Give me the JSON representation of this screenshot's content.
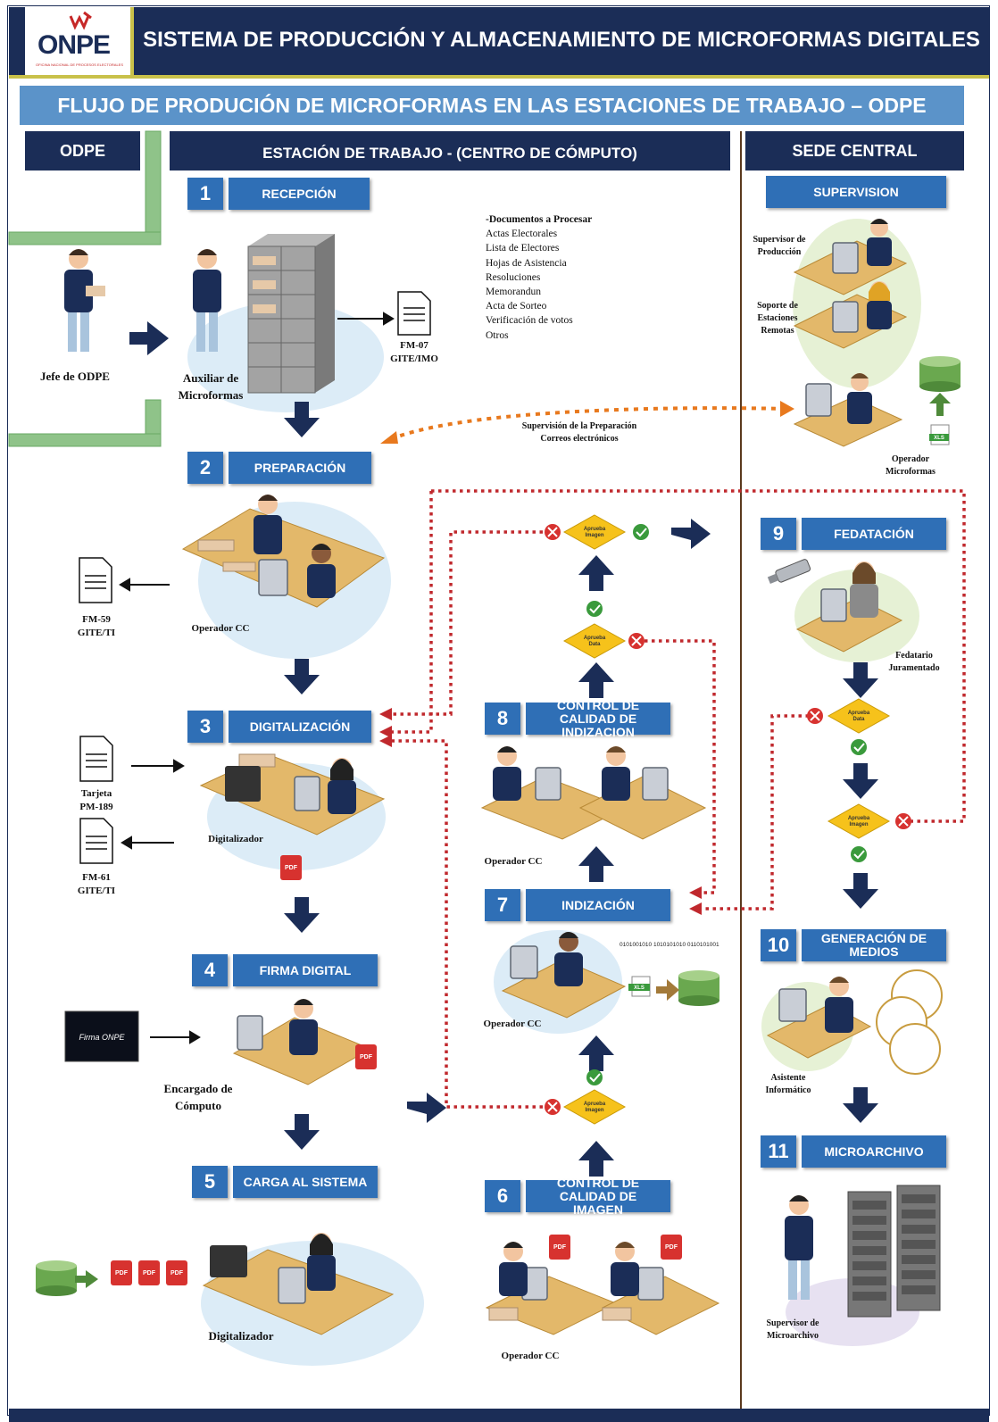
{
  "header": {
    "logo_text": "ONPE",
    "logo_subtitle": "OFICINA NACIONAL DE PROCESOS ELECTORALES",
    "title": "SISTEMA DE PRODUCCIÓN Y ALMACENAMIENTO DE MICROFORMAS DIGITALES"
  },
  "subtitle": "FLUJO DE PRODUCIÓN DE MICROFORMAS EN LAS ESTACIONES DE TRABAJO – ODPE",
  "sections": {
    "odpe": "ODPE",
    "estacion": "ESTACIÓN DE TRABAJO  - (CENTRO DE CÓMPUTO)",
    "sede": "SEDE CENTRAL"
  },
  "steps": [
    {
      "num": "1",
      "label": "RECEPCIÓN"
    },
    {
      "num": "2",
      "label": "PREPARACIÓN"
    },
    {
      "num": "3",
      "label": "DIGITALIZACIÓN"
    },
    {
      "num": "4",
      "label": "FIRMA DIGITAL"
    },
    {
      "num": "5",
      "label": "CARGA AL SISTEMA"
    },
    {
      "num": "6",
      "label": "CONTROL DE CALIDAD DE IMAGEN"
    },
    {
      "num": "7",
      "label": "INDIZACIÓN"
    },
    {
      "num": "8",
      "label": "CONTROL DE CALIDAD DE INDIZACION"
    },
    {
      "num": "9",
      "label": "FEDATACIÓN"
    },
    {
      "num": "10",
      "label": "GENERACIÓN DE MEDIOS"
    },
    {
      "num": "11",
      "label": "MICROARCHIVO"
    }
  ],
  "supervision_label": "SUPERVISION",
  "roles": {
    "jefe_odpe": "Jefe de ODPE",
    "auxiliar": "Auxiliar de Microformas",
    "operador_cc": "Operador CC",
    "digitalizador": "Digitalizador",
    "encargado": "Encargado de Cómputo",
    "supervisor_produccion": "Supervisor de Producción",
    "soporte": "Soporte de Estaciones Remotas",
    "operador_microformas": "Operador Microformas",
    "fedatario": "Fedatario Juramentado",
    "asistente": "Asistente Informático",
    "supervisor_micro": "Supervisor de Microarchivo"
  },
  "forms": {
    "fm07": "FM-07 GITE/IMO",
    "fm59": "FM-59 GITE/TI",
    "pm189": "Tarjeta PM-189",
    "fm61": "FM-61 GITE/TI"
  },
  "doc_list": {
    "heading": "-Documentos a Procesar",
    "items": [
      "Actas Electorales",
      "Lista de Electores",
      "Hojas de Asistencia",
      "Resoluciones",
      "Memorandun",
      "Acta de Sorteo",
      "Verificación de votos",
      "Otros"
    ]
  },
  "supervision_note": "Supervisión de la Preparación Correos electrónicos",
  "decisions": {
    "aprueba_imagen": "Aprueba Imagen",
    "aprueba_data": "Aprueba Data"
  },
  "icons": {
    "pdf": "PDF",
    "xls": "XLS",
    "firma": "Firma ONPE",
    "binary": "0101001010 1010101010 0110101001"
  },
  "colors": {
    "navy": "#1b2d57",
    "step_blue": "#2f6fb6",
    "light_blue": "#5b93c9",
    "gold": "#c9c14a",
    "dotted_red": "#c0282d",
    "orange": "#e8791e",
    "diamond": "#f6c21b"
  }
}
